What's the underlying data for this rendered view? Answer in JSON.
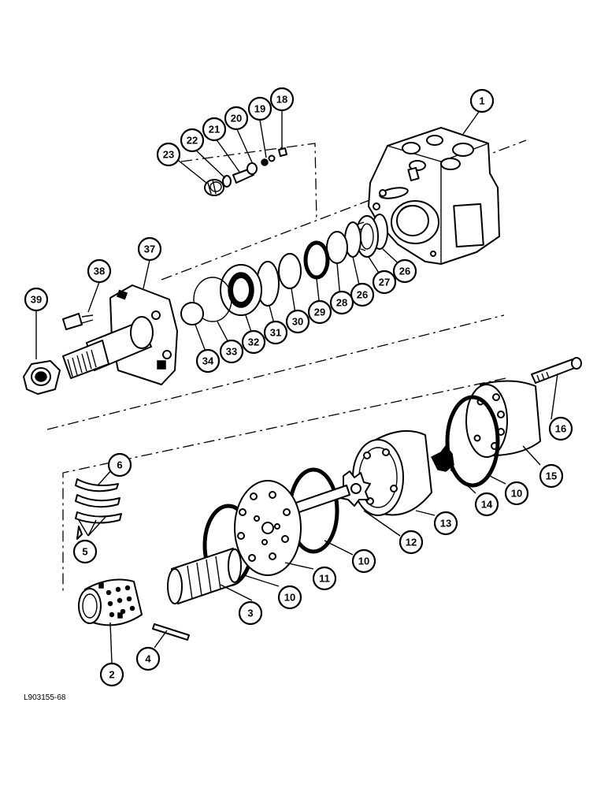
{
  "drawing_code": "L903155-68",
  "callouts": [
    "1",
    "2",
    "3",
    "4",
    "5",
    "6",
    "10",
    "10",
    "10",
    "10",
    "11",
    "12",
    "13",
    "14",
    "15",
    "16",
    "18",
    "19",
    "20",
    "21",
    "22",
    "23",
    "26",
    "26",
    "27",
    "28",
    "29",
    "30",
    "31",
    "32",
    "33",
    "34",
    "37",
    "38",
    "39"
  ]
}
